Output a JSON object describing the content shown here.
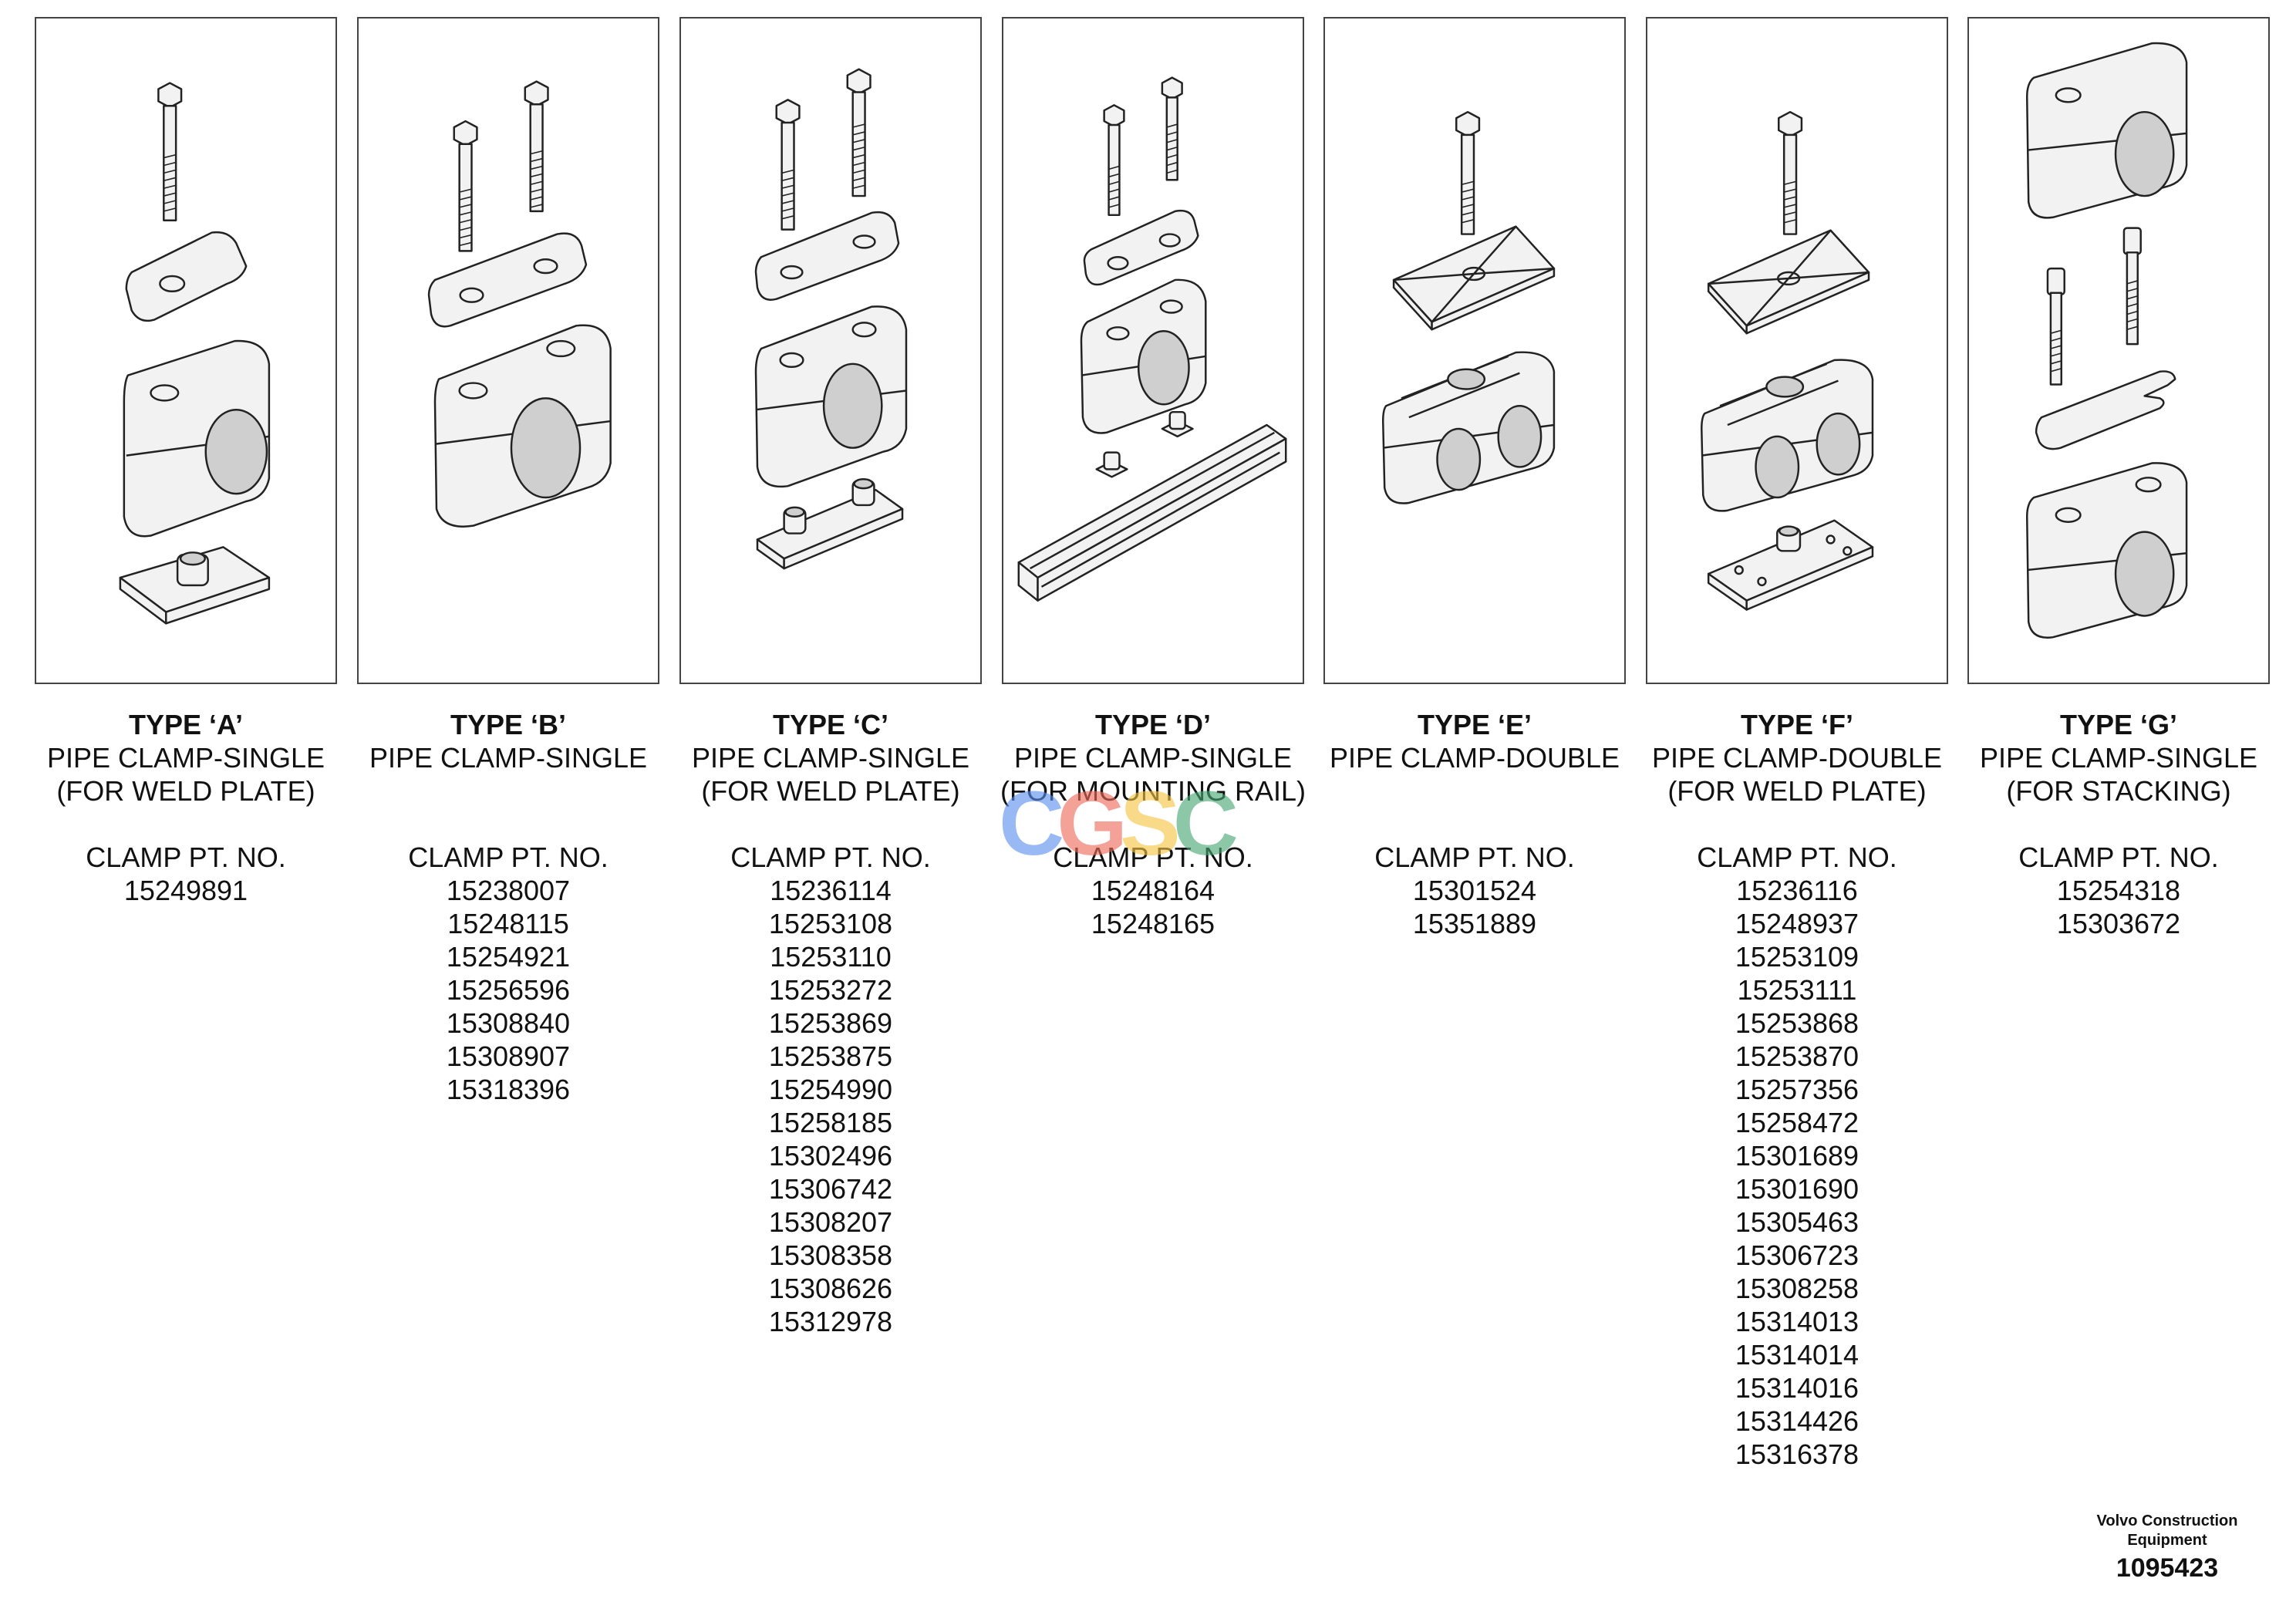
{
  "columns": [
    {
      "type": "TYPE ‘A’",
      "desc": [
        "PIPE CLAMP-SINGLE",
        "(FOR WELD PLATE)"
      ],
      "parts_label": "CLAMP PT. NO.",
      "parts": [
        "15249891"
      ]
    },
    {
      "type": "TYPE ‘B’",
      "desc": [
        "PIPE CLAMP-SINGLE"
      ],
      "parts_label": "CLAMP PT. NO.",
      "parts": [
        "15238007",
        "15248115",
        "15254921",
        "15256596",
        "15308840",
        "15308907",
        "15318396"
      ]
    },
    {
      "type": "TYPE ‘C’",
      "desc": [
        "PIPE CLAMP-SINGLE",
        "(FOR WELD PLATE)"
      ],
      "parts_label": "CLAMP PT. NO.",
      "parts": [
        "15236114",
        "15253108",
        "15253110",
        "15253272",
        "15253869",
        "15253875",
        "15254990",
        "15258185",
        "15302496",
        "15306742",
        "15308207",
        "15308358",
        "15308626",
        "15312978"
      ]
    },
    {
      "type": "TYPE ‘D’",
      "desc": [
        "PIPE CLAMP-SINGLE",
        "(FOR MOUNTING RAIL)"
      ],
      "parts_label": "CLAMP PT. NO.",
      "parts": [
        "15248164",
        "15248165"
      ]
    },
    {
      "type": "TYPE ‘E’",
      "desc": [
        "PIPE CLAMP-DOUBLE"
      ],
      "parts_label": "CLAMP PT. NO.",
      "parts": [
        "15301524",
        "15351889"
      ]
    },
    {
      "type": "TYPE ‘F’",
      "desc": [
        "PIPE CLAMP-DOUBLE",
        "(FOR WELD PLATE)"
      ],
      "parts_label": "CLAMP PT. NO.",
      "parts": [
        "15236116",
        "15248937",
        "15253109",
        "15253111",
        "15253868",
        "15253870",
        "15257356",
        "15258472",
        "15301689",
        "15301690",
        "15305463",
        "15306723",
        "15308258",
        "15314013",
        "15314014",
        "15314016",
        "15314426",
        "15316378"
      ]
    },
    {
      "type": "TYPE ‘G’",
      "desc": [
        "PIPE CLAMP-SINGLE",
        "(FOR STACKING)"
      ],
      "parts_label": "CLAMP PT. NO.",
      "parts": [
        "15254318",
        "15303672"
      ]
    }
  ],
  "watermark": {
    "letters": [
      {
        "char": "C",
        "color": "#5b8ff0"
      },
      {
        "char": "G",
        "color": "#ee6a5a"
      },
      {
        "char": "S",
        "color": "#f4c542"
      },
      {
        "char": "C",
        "color": "#46a873"
      }
    ]
  },
  "footer": {
    "company_line1": "Volvo Construction",
    "company_line2": "Equipment",
    "drawing_number": "1095423"
  }
}
